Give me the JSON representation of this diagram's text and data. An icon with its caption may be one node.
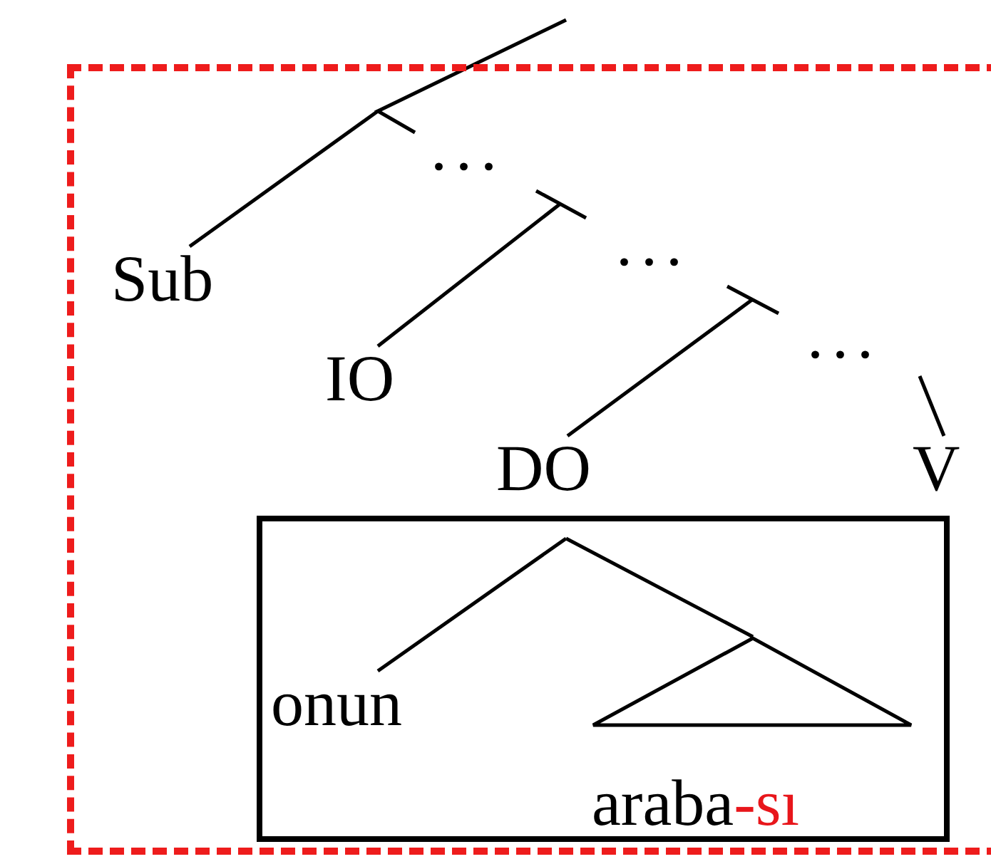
{
  "diagram": {
    "nodes": [
      {
        "text": [],
        "shape": "box"
      },
      {
        "text": [
          "Sub"
        ],
        "in": 0
      },
      {
        "text": [
          "IO"
        ],
        "in": 0
      },
      {
        "text": [
          "DO"
        ],
        "in": 0
      },
      {
        "text": [
          "V"
        ],
        "in": 0
      },
      {
        "text": [],
        "shape": "box",
        "in": 0
      },
      {
        "text": [
          "onun"
        ],
        "in": 5
      },
      {
        "text": [],
        "shape": "triangle",
        "in": 5
      },
      {
        "text": [
          "araba",
          "-sı"
        ],
        "in": 5
      }
    ],
    "edges": [
      {
        "from": null,
        "to": 1,
        "arrow": "none"
      },
      {
        "from": null,
        "to": 2,
        "arrow": "none"
      },
      {
        "from": null,
        "to": 3,
        "arrow": "none"
      },
      {
        "from": null,
        "to": 4,
        "arrow": "none"
      },
      {
        "from": null,
        "to": 6,
        "arrow": "none"
      },
      {
        "from": null,
        "to": 7,
        "arrow": "none"
      }
    ],
    "labels": [
      "...",
      "...",
      "..."
    ]
  }
}
